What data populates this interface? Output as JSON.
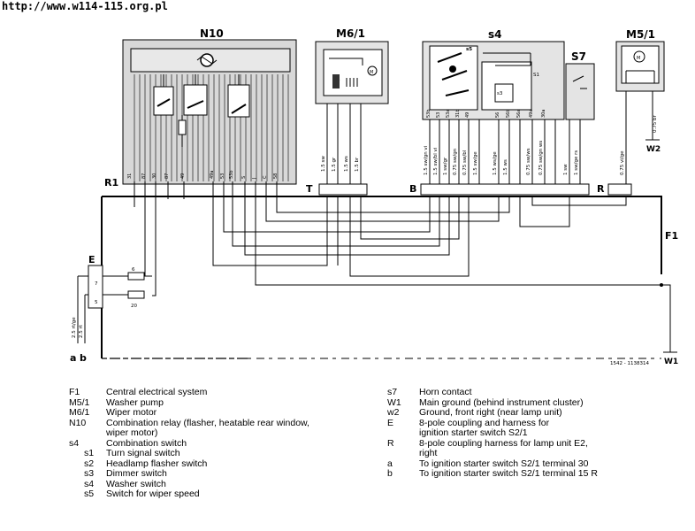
{
  "source_url": "http://www.w114-115.org.pl",
  "diagram_code": "1542 - 1138314",
  "components": {
    "N10": "N10",
    "M6_1": "M6/1",
    "s4": "s4",
    "S7": "S7",
    "M5_1": "M5/1",
    "R1": "R1",
    "T": "T",
    "B": "B",
    "R": "R",
    "E": "E",
    "F1": "F1",
    "W1": "W1",
    "W2": "W2",
    "a": "a",
    "b": "b",
    "s5": "s5",
    "s3": "s3",
    "S1": "S1"
  },
  "n10_terminals": [
    "31",
    "87",
    "30",
    "87",
    "49",
    "49a",
    "53",
    "53b",
    "S",
    "J",
    "C",
    "58"
  ],
  "m61_wires": [
    "1.5 sw",
    "1.5 gr",
    "1.5 ws",
    "1.5 br"
  ],
  "s4_terminals": [
    "53b",
    "53",
    "53a",
    "31b",
    "49",
    "56",
    "56b",
    "56a",
    "49a",
    "30a"
  ],
  "s4_wires": [
    "1.5 sw/gn vi",
    "1.5 sw/bl vi",
    "1 sw/gr",
    "0.75 sw/gn",
    "0.75 sw/bl",
    "1.5 sw/ge",
    "1.5 ws/ge",
    "1.5 ws",
    "0.75 sw/ws",
    "0.75 sw/gn ws",
    "1 sw",
    "1 sw/ge rs"
  ],
  "m51_wires": [
    "0.75 vi/ge",
    "0.75 br"
  ],
  "e_wires": [
    "2.5 rt/ge",
    "2.5 rt"
  ],
  "e_pins": [
    "6",
    "7",
    "5",
    "20"
  ],
  "legend_left": [
    {
      "code": "F1",
      "desc": "Central electrical system"
    },
    {
      "code": "M5/1",
      "desc": "Washer pump"
    },
    {
      "code": "M6/1",
      "desc": "Wiper motor"
    },
    {
      "code": "N10",
      "desc": "Combination relay (flasher, heatable rear window,"
    },
    {
      "code": "",
      "desc": "wiper motor)"
    },
    {
      "code": "s4",
      "desc": "Combination switch"
    },
    {
      "code": "s1",
      "desc": "Turn signal switch",
      "indent": true
    },
    {
      "code": "s2",
      "desc": "Headlamp flasher switch",
      "indent": true
    },
    {
      "code": "s3",
      "desc": "Dimmer switch",
      "indent": true
    },
    {
      "code": "s4",
      "desc": "Washer switch",
      "indent": true
    },
    {
      "code": "s5",
      "desc": "Switch for wiper speed",
      "indent": true
    }
  ],
  "legend_right": [
    {
      "code": "s7",
      "desc": "Horn contact"
    },
    {
      "code": "W1",
      "desc": "Main ground (behind instrument cluster)"
    },
    {
      "code": "w2",
      "desc": "Ground, front right (near lamp unit)"
    },
    {
      "code": "E",
      "desc": "8-pole coupling and harness for"
    },
    {
      "code": "",
      "desc": "ignition starter switch S2/1"
    },
    {
      "code": "R",
      "desc": "8-pole coupling harness for lamp unit E2,"
    },
    {
      "code": "",
      "desc": "right"
    },
    {
      "code": "a",
      "desc": "To ignition starter switch S2/1 terminal 30"
    },
    {
      "code": "b",
      "desc": "To ignition starter switch S2/1 terminal 15 R"
    }
  ]
}
